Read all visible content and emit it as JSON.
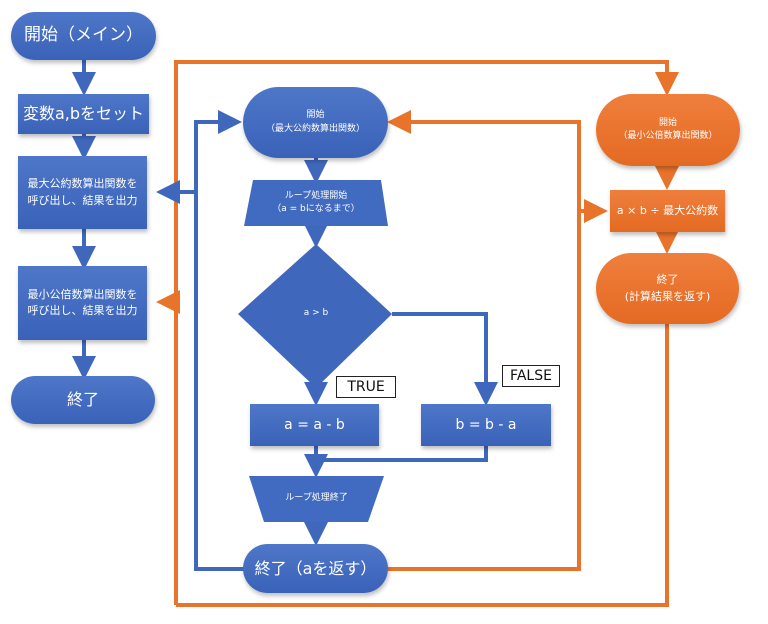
{
  "colors": {
    "blue": "#3f68bd",
    "orange": "#e8742c",
    "label_border": "#222222"
  },
  "main_flow": {
    "start": "開始（メイン）",
    "set_vars": "変数a,bをセット",
    "call_gcd": [
      "最大公約数算出関数を",
      "呼び出し、結果を出力"
    ],
    "call_lcm": [
      "最小公倍数算出関数を",
      "呼び出し、結果を出力"
    ],
    "end": "終了"
  },
  "gcd_function": {
    "start": [
      "開始",
      "（最大公約数算出関数）"
    ],
    "loop_start": [
      "ループ処理開始",
      "（a = bになるまで）"
    ],
    "condition": "a > b",
    "true_label": "TRUE",
    "false_label": "FALSE",
    "true_branch": "a = a - b",
    "false_branch": "b  =  b  - a",
    "loop_end": "ループ処理終了",
    "end": "終了（aを返す）"
  },
  "lcm_function": {
    "start": [
      "開始",
      "（最小公倍数算出関数）"
    ],
    "compute": "a × b ÷ 最大公約数",
    "end": [
      "終了",
      "(計算結果を返す)"
    ]
  }
}
